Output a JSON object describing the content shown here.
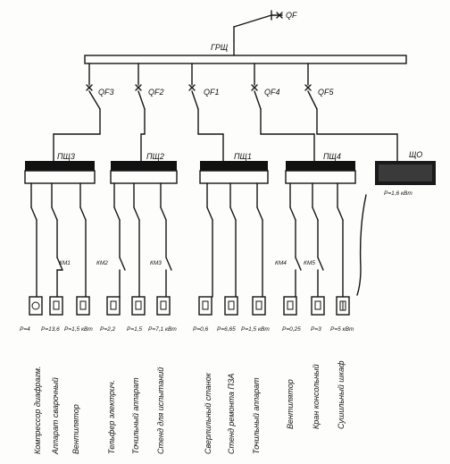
{
  "main": {
    "qf_label": "QF",
    "bus_label": "ГРЩ"
  },
  "feeders": [
    {
      "qf": "QF3",
      "panel": "ПЩ3"
    },
    {
      "qf": "QF2",
      "panel": "ПЩ2"
    },
    {
      "qf": "QF1",
      "panel": "ПЩ1"
    },
    {
      "qf": "QF4",
      "panel": "ПЩ4"
    },
    {
      "qf": "QF5",
      "panel": "ЩО",
      "power": "P=1,6 кВт"
    }
  ],
  "contactors": [
    "КМ1",
    "КМ2",
    "КМ3",
    "КМ4",
    "КМ5"
  ],
  "loads": [
    {
      "power": "P=4",
      "name": "Компрессор диафрагм."
    },
    {
      "power": "P=13,6",
      "name": "Аппарат сварочный"
    },
    {
      "power": "P=1,5 кВт",
      "name": "Вентилятор"
    },
    {
      "power": "P=2,2",
      "name": "Тельфер электрич."
    },
    {
      "power": "P=1,5",
      "name": "Точильный аппарат"
    },
    {
      "power": "P=7,1 кВт",
      "name": "Стенд для испытаний"
    },
    {
      "power": "P=0,6",
      "name": "Сверлильный станок"
    },
    {
      "power": "P=6,65",
      "name": "Стенд ремонта ПЗА"
    },
    {
      "power": "P=1,5 кВт",
      "name": "Точильный аппарат"
    },
    {
      "power": "P=0,25",
      "name": "Вентилятор"
    },
    {
      "power": "P=3",
      "name": "Кран консольный"
    },
    {
      "power": "P=5 кВт",
      "name": "Сушильный шкаф"
    }
  ]
}
